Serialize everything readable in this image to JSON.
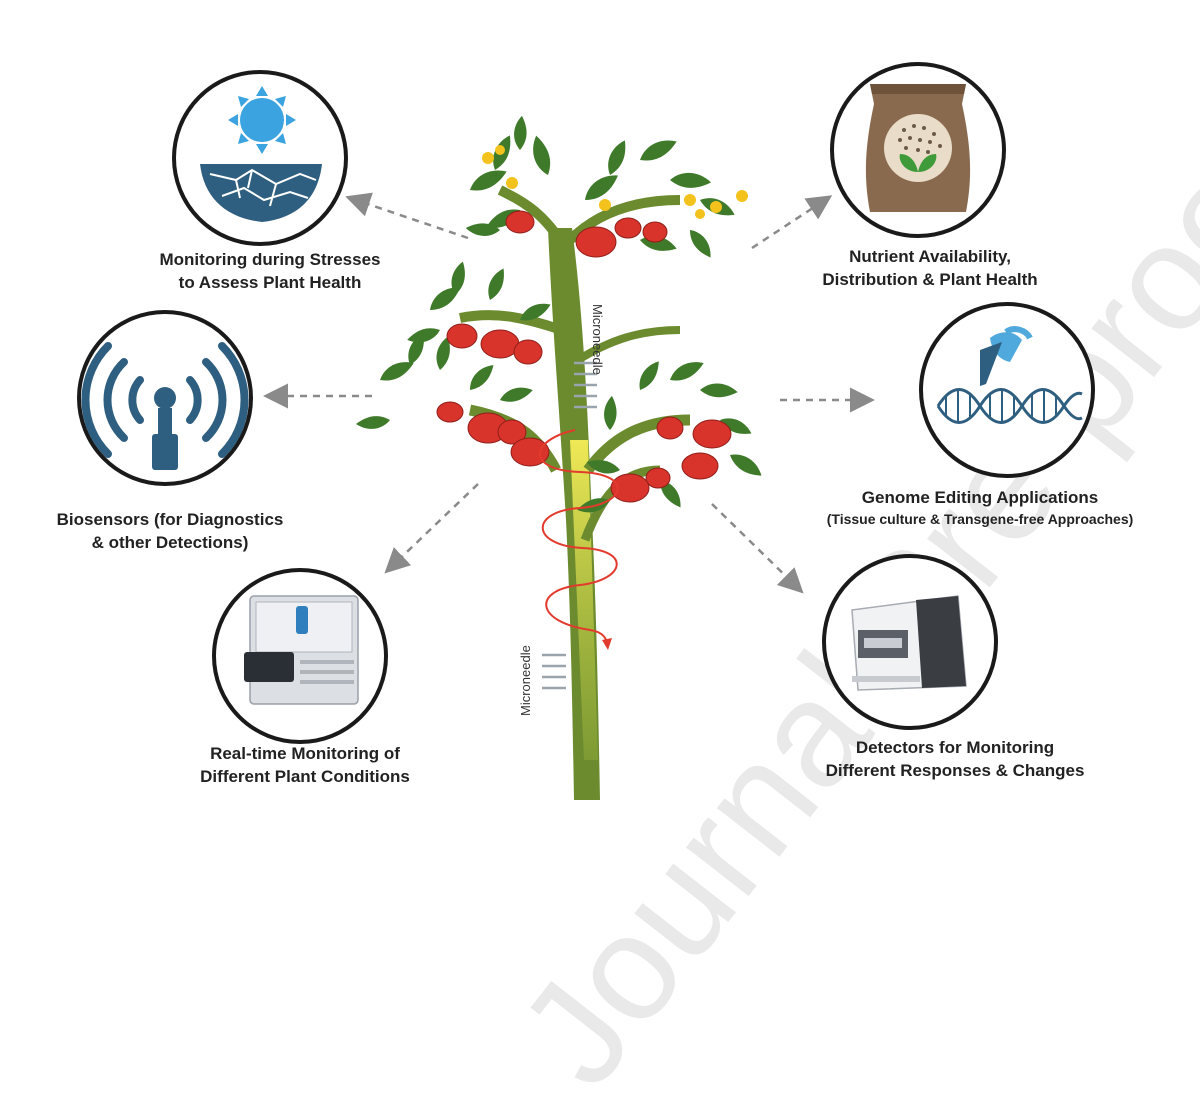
{
  "figure": {
    "watermark": "Journal Pre-proof",
    "plant_labels": {
      "upper_needle": "Microneedle",
      "lower_needle": "Microneedle"
    },
    "panels": {
      "stress": {
        "line1": "Monitoring during Stresses",
        "line2": "to Assess Plant Health"
      },
      "biosensor": {
        "line1": "Biosensors (for Diagnostics",
        "line2": "& other Detections)"
      },
      "realtime": {
        "line1": "Real-time Monitoring of",
        "line2": "Different Plant Conditions"
      },
      "nutrient": {
        "line1": "Nutrient Availability,",
        "line2": "Distribution & Plant Health"
      },
      "genome": {
        "line1": "Genome Editing Applications",
        "line2": "(Tissue culture & Transgene-free Approaches)"
      },
      "detector": {
        "line1": "Detectors for Monitoring",
        "line2": "Different Responses & Changes"
      }
    },
    "colors": {
      "stem": "#6b8b2e",
      "leaf": "#3f7a2a",
      "fruit": "#d9342b",
      "flower": "#f4c21c",
      "sensor_blue": "#2f5f80",
      "sun": "#3aa3e0",
      "arrow": "#8a8a8a",
      "spiral": "#e23b2e"
    }
  }
}
